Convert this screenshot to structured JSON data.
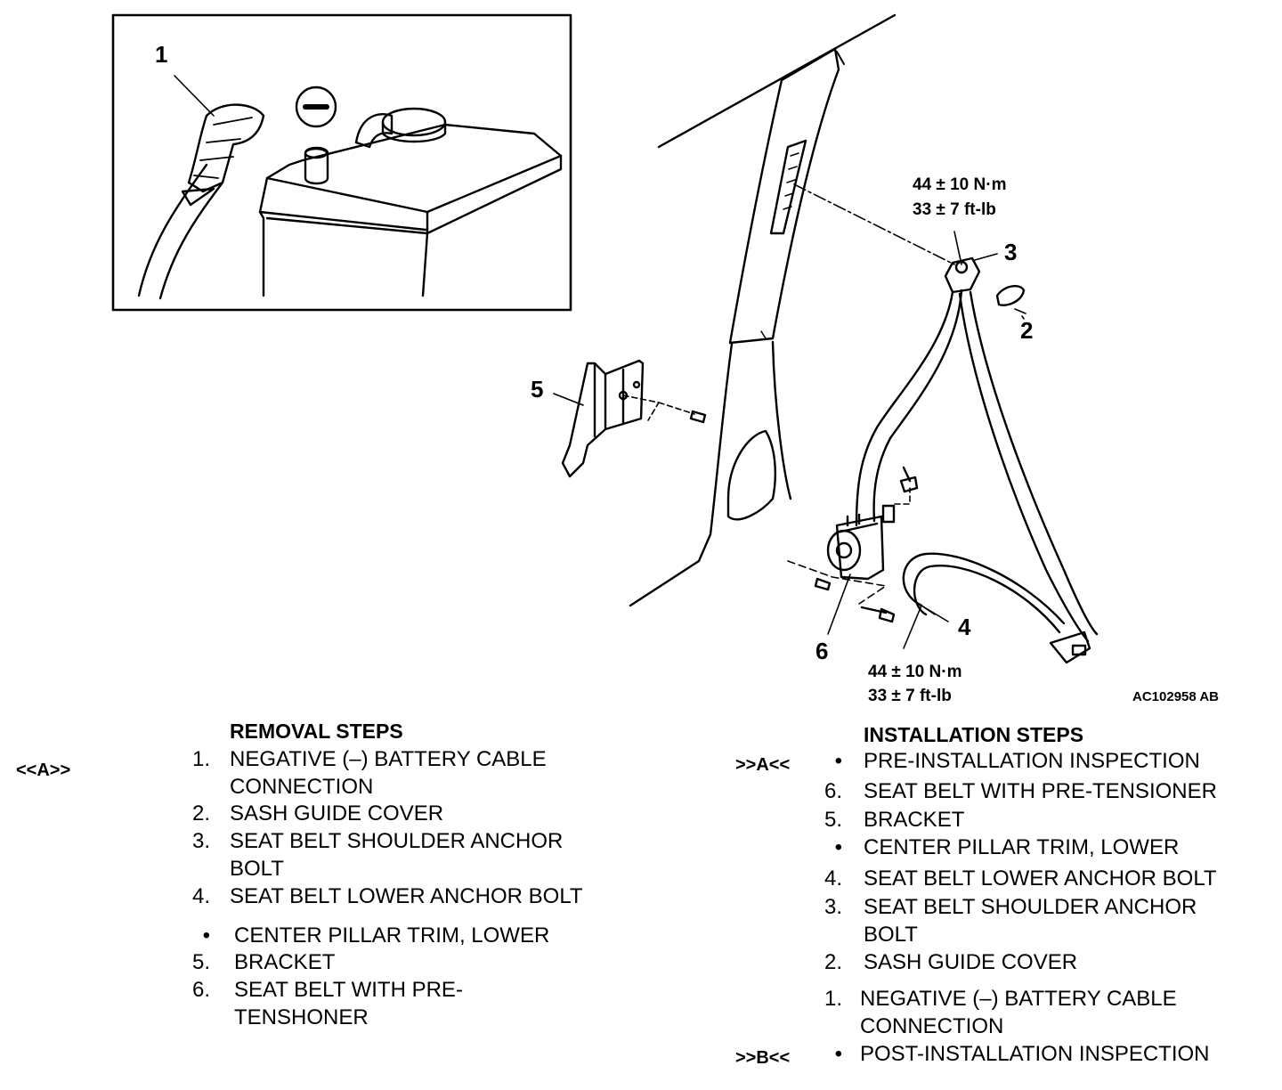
{
  "callouts": {
    "c1": "1",
    "c2": "2",
    "c3": "3",
    "c4": "4",
    "c5": "5",
    "c6": "6"
  },
  "torque_upper": {
    "line1": "44 ± 10 N·m",
    "line2": "33 ± 7 ft-lb"
  },
  "torque_lower": {
    "line1": "44 ± 10 N·m",
    "line2": "33 ± 7 ft-lb"
  },
  "figure_id": "AC102958 AB",
  "removal": {
    "heading": "REMOVAL STEPS",
    "ref_a": "<<A>>",
    "steps": [
      {
        "num": "1.",
        "text": "NEGATIVE (–) BATTERY CABLE",
        "text2": "CONNECTION"
      },
      {
        "num": "2.",
        "text": "SASH GUIDE COVER"
      },
      {
        "num": "3.",
        "text": "SEAT BELT SHOULDER ANCHOR",
        "text2": "BOLT"
      },
      {
        "num": "4.",
        "text": "SEAT BELT LOWER ANCHOR BOLT"
      },
      {
        "num": "•",
        "text": "CENTER PILLAR TRIM, LOWER"
      },
      {
        "num": "5.",
        "text": "BRACKET"
      },
      {
        "num": "6.",
        "text": "SEAT BELT WITH PRE-",
        "text2": "TENSHONER"
      }
    ]
  },
  "installation": {
    "heading": "INSTALLATION STEPS",
    "ref_a": ">>A<<",
    "ref_b": ">>B<<",
    "steps": [
      {
        "num": "•",
        "text": "PRE-INSTALLATION INSPECTION"
      },
      {
        "num": "6.",
        "text": "SEAT BELT WITH PRE-TENSIONER"
      },
      {
        "num": "5.",
        "text": "BRACKET"
      },
      {
        "num": "•",
        "text": "CENTER PILLAR TRIM, LOWER"
      },
      {
        "num": "4.",
        "text": "SEAT BELT LOWER ANCHOR BOLT"
      },
      {
        "num": "3.",
        "text": "SEAT BELT SHOULDER ANCHOR",
        "text2": "BOLT"
      },
      {
        "num": "2.",
        "text": "SASH GUIDE COVER"
      },
      {
        "num": "1.",
        "text": "NEGATIVE (–) BATTERY CABLE",
        "text2": "CONNECTION"
      },
      {
        "num": "•",
        "text": "POST-INSTALLATION INSPECTION"
      }
    ]
  }
}
